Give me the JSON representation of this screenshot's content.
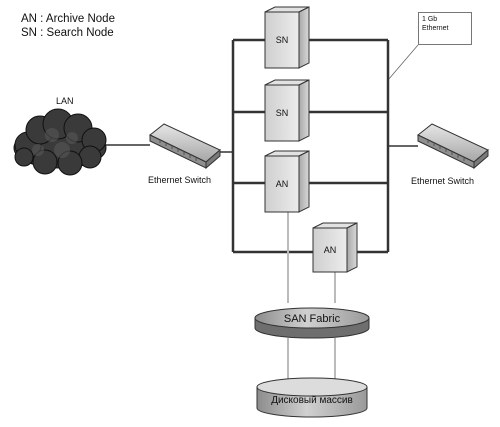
{
  "legend": {
    "an": "AN : Archive Node",
    "sn": "SN : Search Node"
  },
  "lan_label": "LAN",
  "switch_left_label": "Ethernet Switch",
  "switch_right_label": "Ethernet Switch",
  "callout_line1": "1 Gb",
  "callout_line2": "Ethernet",
  "nodes": [
    "SN",
    "SN",
    "AN",
    "AN"
  ],
  "san_label": "SAN Fabric",
  "disk_label": "Дисковый массив"
}
